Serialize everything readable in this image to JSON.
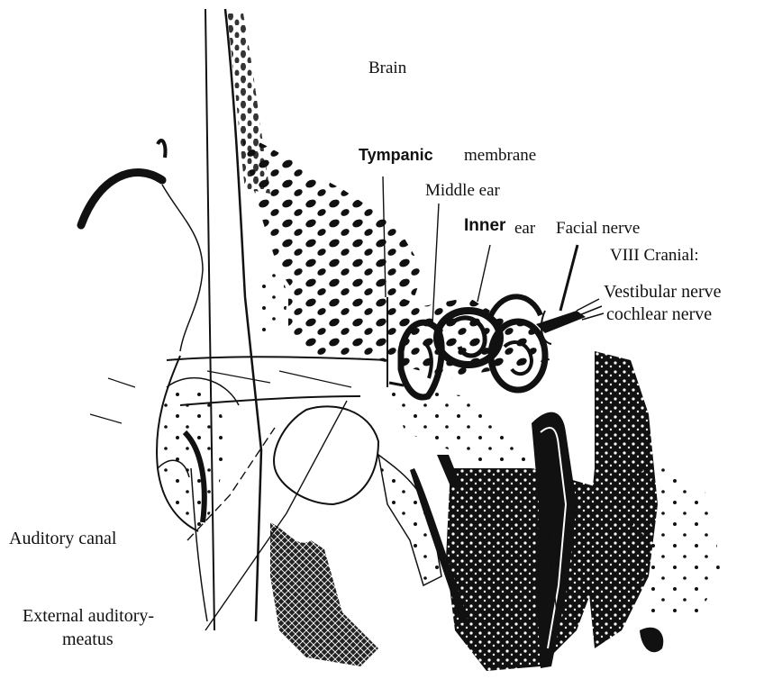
{
  "diagram": {
    "labels": {
      "brain": "Brain",
      "tympanic_word": "Tympanic",
      "membrane_word": "membrane",
      "middle_ear": "Middle ear",
      "inner_word": "Inner",
      "ear_word": "ear",
      "facial_nerve": "Facial nerve",
      "viii_cranial": "VIII Cranial:",
      "vestibular_nerve": "Vestibular nerve",
      "cochlear_nerve": "cochlear nerve",
      "auditory_canal": "Auditory canal",
      "external_auditory": "External auditory-",
      "meatus": "meatus"
    },
    "colors": {
      "ink": "#111111",
      "paper": "#ffffff"
    }
  }
}
